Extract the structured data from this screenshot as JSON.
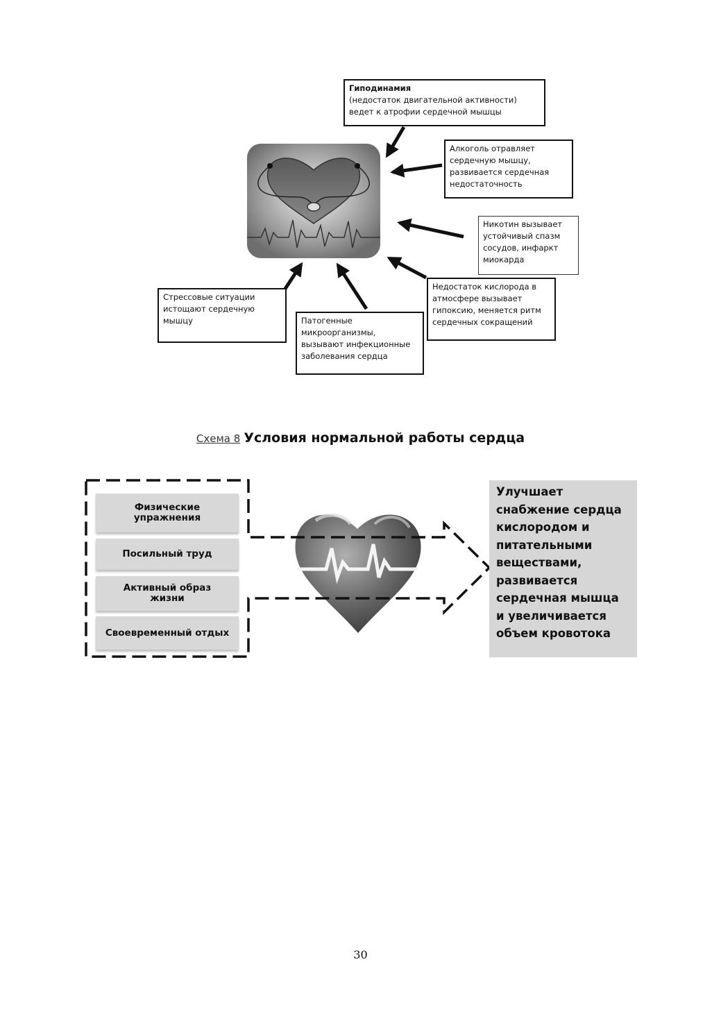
{
  "diagram1": {
    "box_hypodynamia": {
      "title": "Гиподинамия",
      "line1": "(недостаток двигательной активности)",
      "line2": "ведет к атрофии сердечной мышцы"
    },
    "box_alcohol": {
      "line1": "Алкоголь отравляет",
      "line2": "сердечную мышцу,",
      "line3": "развивается сердечная",
      "line4": "недостаточность"
    },
    "box_nicotine": {
      "line1": "Никотин вызывает",
      "line2": "устойчивый спазм",
      "line3": "сосудов, инфаркт",
      "line4": "миокарда"
    },
    "box_oxygen": {
      "line1": "Недостаток кислорода в",
      "line2": "атмосфере вызывает",
      "line3": "гипоксию, меняется ритм",
      "line4": "сердечных сокращений"
    },
    "box_pathogens": {
      "line1": "Патогенные",
      "line2": "микроорганизмы,",
      "line3": "вызывают инфекционные",
      "line4": "заболевания сердца"
    },
    "box_stress": {
      "line1": "Стрессовые ситуации",
      "line2a": "истощают",
      "line2b": "сердечную",
      "line3": "мышцу"
    }
  },
  "caption": {
    "label": "Схема 8",
    "title": "Условия нормальной работы сердца"
  },
  "diagram2": {
    "conditions": [
      "Физические упражнения",
      "Посильный труд",
      "Активный образ жизни",
      "Своевременный отдых"
    ],
    "result_lines": [
      "Улучшает",
      "снабжение сердца",
      "кислородом и",
      "питательными",
      "веществами,",
      "развивается",
      "сердечная мышца",
      "и увеличивается",
      "объем кровотока"
    ]
  },
  "page_number": "30"
}
